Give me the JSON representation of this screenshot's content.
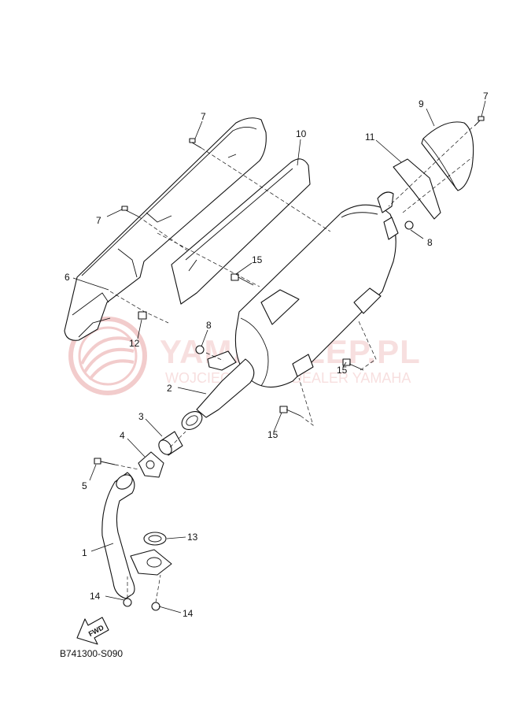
{
  "diagram": {
    "drawing_code": "B741300-S090",
    "direction_label": "FWD",
    "callouts": [
      "1",
      "2",
      "3",
      "4",
      "5",
      "6",
      "7",
      "7",
      "7",
      "8",
      "8",
      "9",
      "10",
      "11",
      "12",
      "13",
      "14",
      "14",
      "15",
      "15",
      "15"
    ]
  },
  "watermark": {
    "title": "YAMASKLEP.PL",
    "subtitle": "WOJCIECHOWSKI DEALER YAMAHA",
    "color": "#e8a3a3"
  }
}
